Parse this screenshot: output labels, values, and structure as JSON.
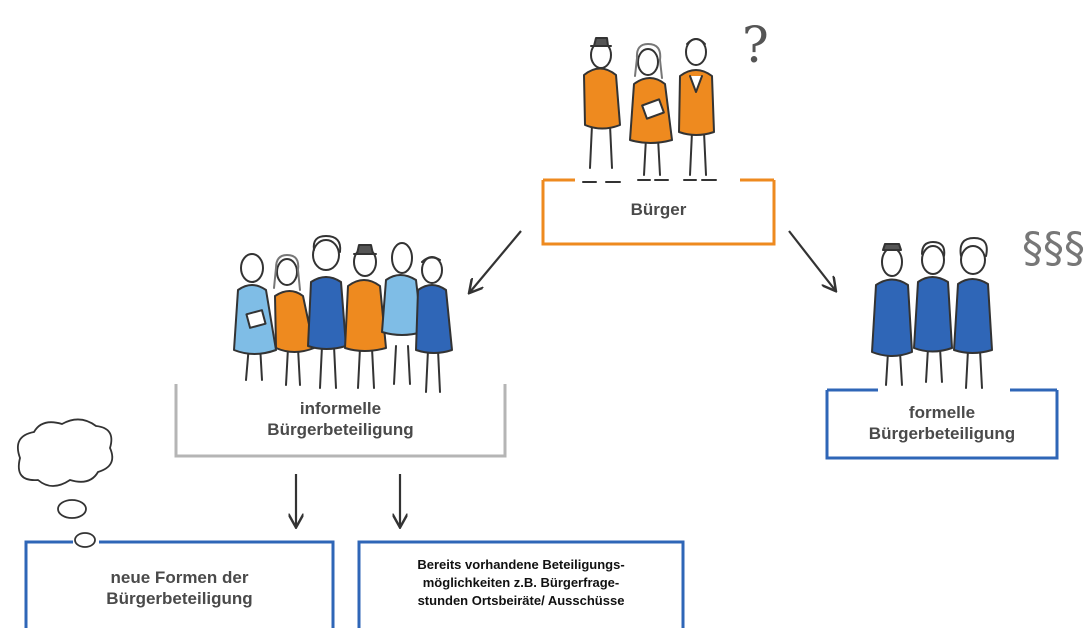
{
  "colors": {
    "orange": "#ee8a1f",
    "blue": "#2f66b7",
    "light_blue": "#7fbde6",
    "gray": "#b5b5b5",
    "ink": "#333333",
    "text": "#4a4a4a"
  },
  "icons": [
    "question-mark-icon",
    "paragraph-sign-icon",
    "thought-bubble-icon",
    "arrow-icon"
  ],
  "top": {
    "label": "Bürger",
    "mark": "?"
  },
  "informal": {
    "line1": "informelle",
    "line2": "Bürgerbeteiligung"
  },
  "formal": {
    "line1": "formelle",
    "line2": "Bürgerbeteiligung",
    "mark": "§§§"
  },
  "new_forms": {
    "line1": "neue Formen der",
    "line2": "Bürgerbeteiligung"
  },
  "existing": {
    "line1": "Bereits vorhandene Beteiligungs-",
    "line2": "möglichkeiten z.B. Bürgerfrage-",
    "line3": "stunden Ortsbeiräte/ Ausschüsse"
  }
}
